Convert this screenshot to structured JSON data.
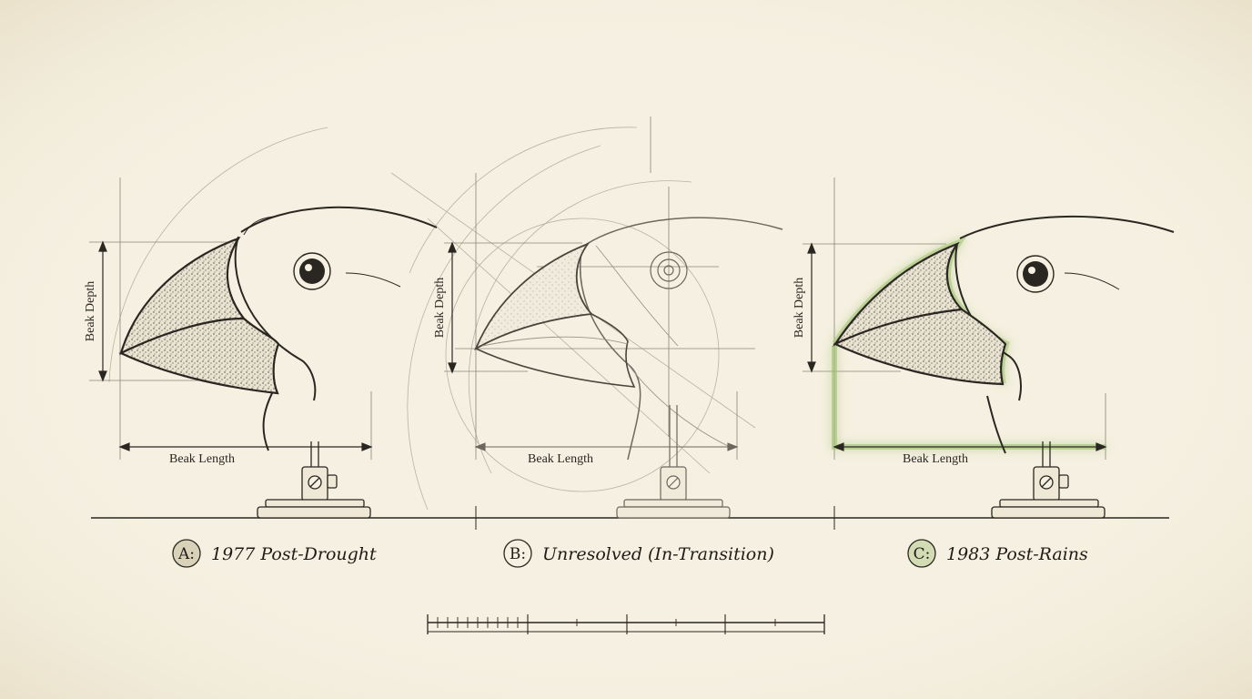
{
  "colors": {
    "paper": "#f5f0e1",
    "ink": "#2a2722",
    "faint_ink": "#8a857a",
    "highlight": "#9bbf6a",
    "badge_fill_a": "#d9d2b8",
    "badge_fill_c": "#d3dbb4"
  },
  "panels": [
    {
      "id": "a",
      "depth_label": "Beak Depth",
      "length_label": "Beak Length",
      "badge": "A:",
      "caption": "1977 Post-Drought",
      "style": "finished"
    },
    {
      "id": "b",
      "depth_label": "Beak Depth",
      "length_label": "Beak Length",
      "badge": "B:",
      "caption": "Unresolved (In-Transition)",
      "style": "sketch"
    },
    {
      "id": "c",
      "depth_label": "Beak Depth",
      "length_label": "Beak Length",
      "badge": "C:",
      "caption": "1983 Post-Rains",
      "style": "highlighted"
    }
  ],
  "scale_bar": {
    "icon": "ruler-scale-icon"
  }
}
